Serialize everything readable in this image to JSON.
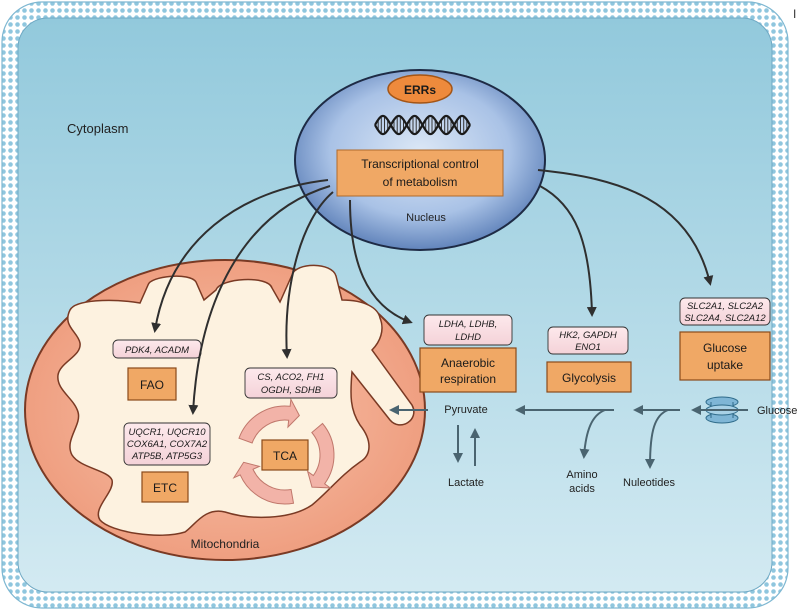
{
  "labels": {
    "cytoplasm": "Cytoplasm",
    "nucleus": "Nucleus",
    "mitochondria": "Mitochondria",
    "corner_mark": "I"
  },
  "nucleus": {
    "errs": "ERRs",
    "transcription_line1": "Transcriptional control",
    "transcription_line2": "of metabolism"
  },
  "processes": {
    "fao": "FAO",
    "etc": "ETC",
    "tca": "TCA",
    "anaerobic_line1": "Anaerobic",
    "anaerobic_line2": "respiration",
    "glycolysis": "Glycolysis",
    "glucose_uptake_line1": "Glucose",
    "glucose_uptake_line2": "uptake"
  },
  "genes": {
    "fao": [
      "PDK4, ACADM"
    ],
    "tca": [
      "CS, ACO2, FH1",
      "OGDH, SDHB"
    ],
    "etc": [
      "UQCR1, UQCR10",
      "COX6A1, COX7A2",
      "ATP5B, ATP5G3"
    ],
    "anaerobic": [
      "LDHA, LDHB,",
      "LDHD"
    ],
    "glycolysis": [
      "HK2, GAPDH",
      "ENO1"
    ],
    "glucose": [
      "SLC2A1, SLC2A2",
      "SLC2A4, SLC2A12"
    ]
  },
  "metabolites": {
    "pyruvate": "Pyruvate",
    "lactate": "Lactate",
    "amino_line1": "Amino",
    "amino_line2": "acids",
    "nucleotides": "Nuleotides",
    "glucose": "Glucose"
  },
  "colors": {
    "membrane_dot": "#8ec5dd",
    "cytoplasm_top": "#9ecfe0",
    "cytoplasm_bottom": "#cfe8f1",
    "nucleus_inner": "#cfdff2",
    "nucleus_outer": "#5a7fb8",
    "process_box": "#f0a865",
    "gene_box": "#f7dfe3",
    "mito_outer": "#f2a98c",
    "mito_inner": "#fdf2e0",
    "arrow_dark": "#3a3a3a",
    "arrow_gray": "#4f6670",
    "tca_arrow": "#f2b3a8"
  }
}
